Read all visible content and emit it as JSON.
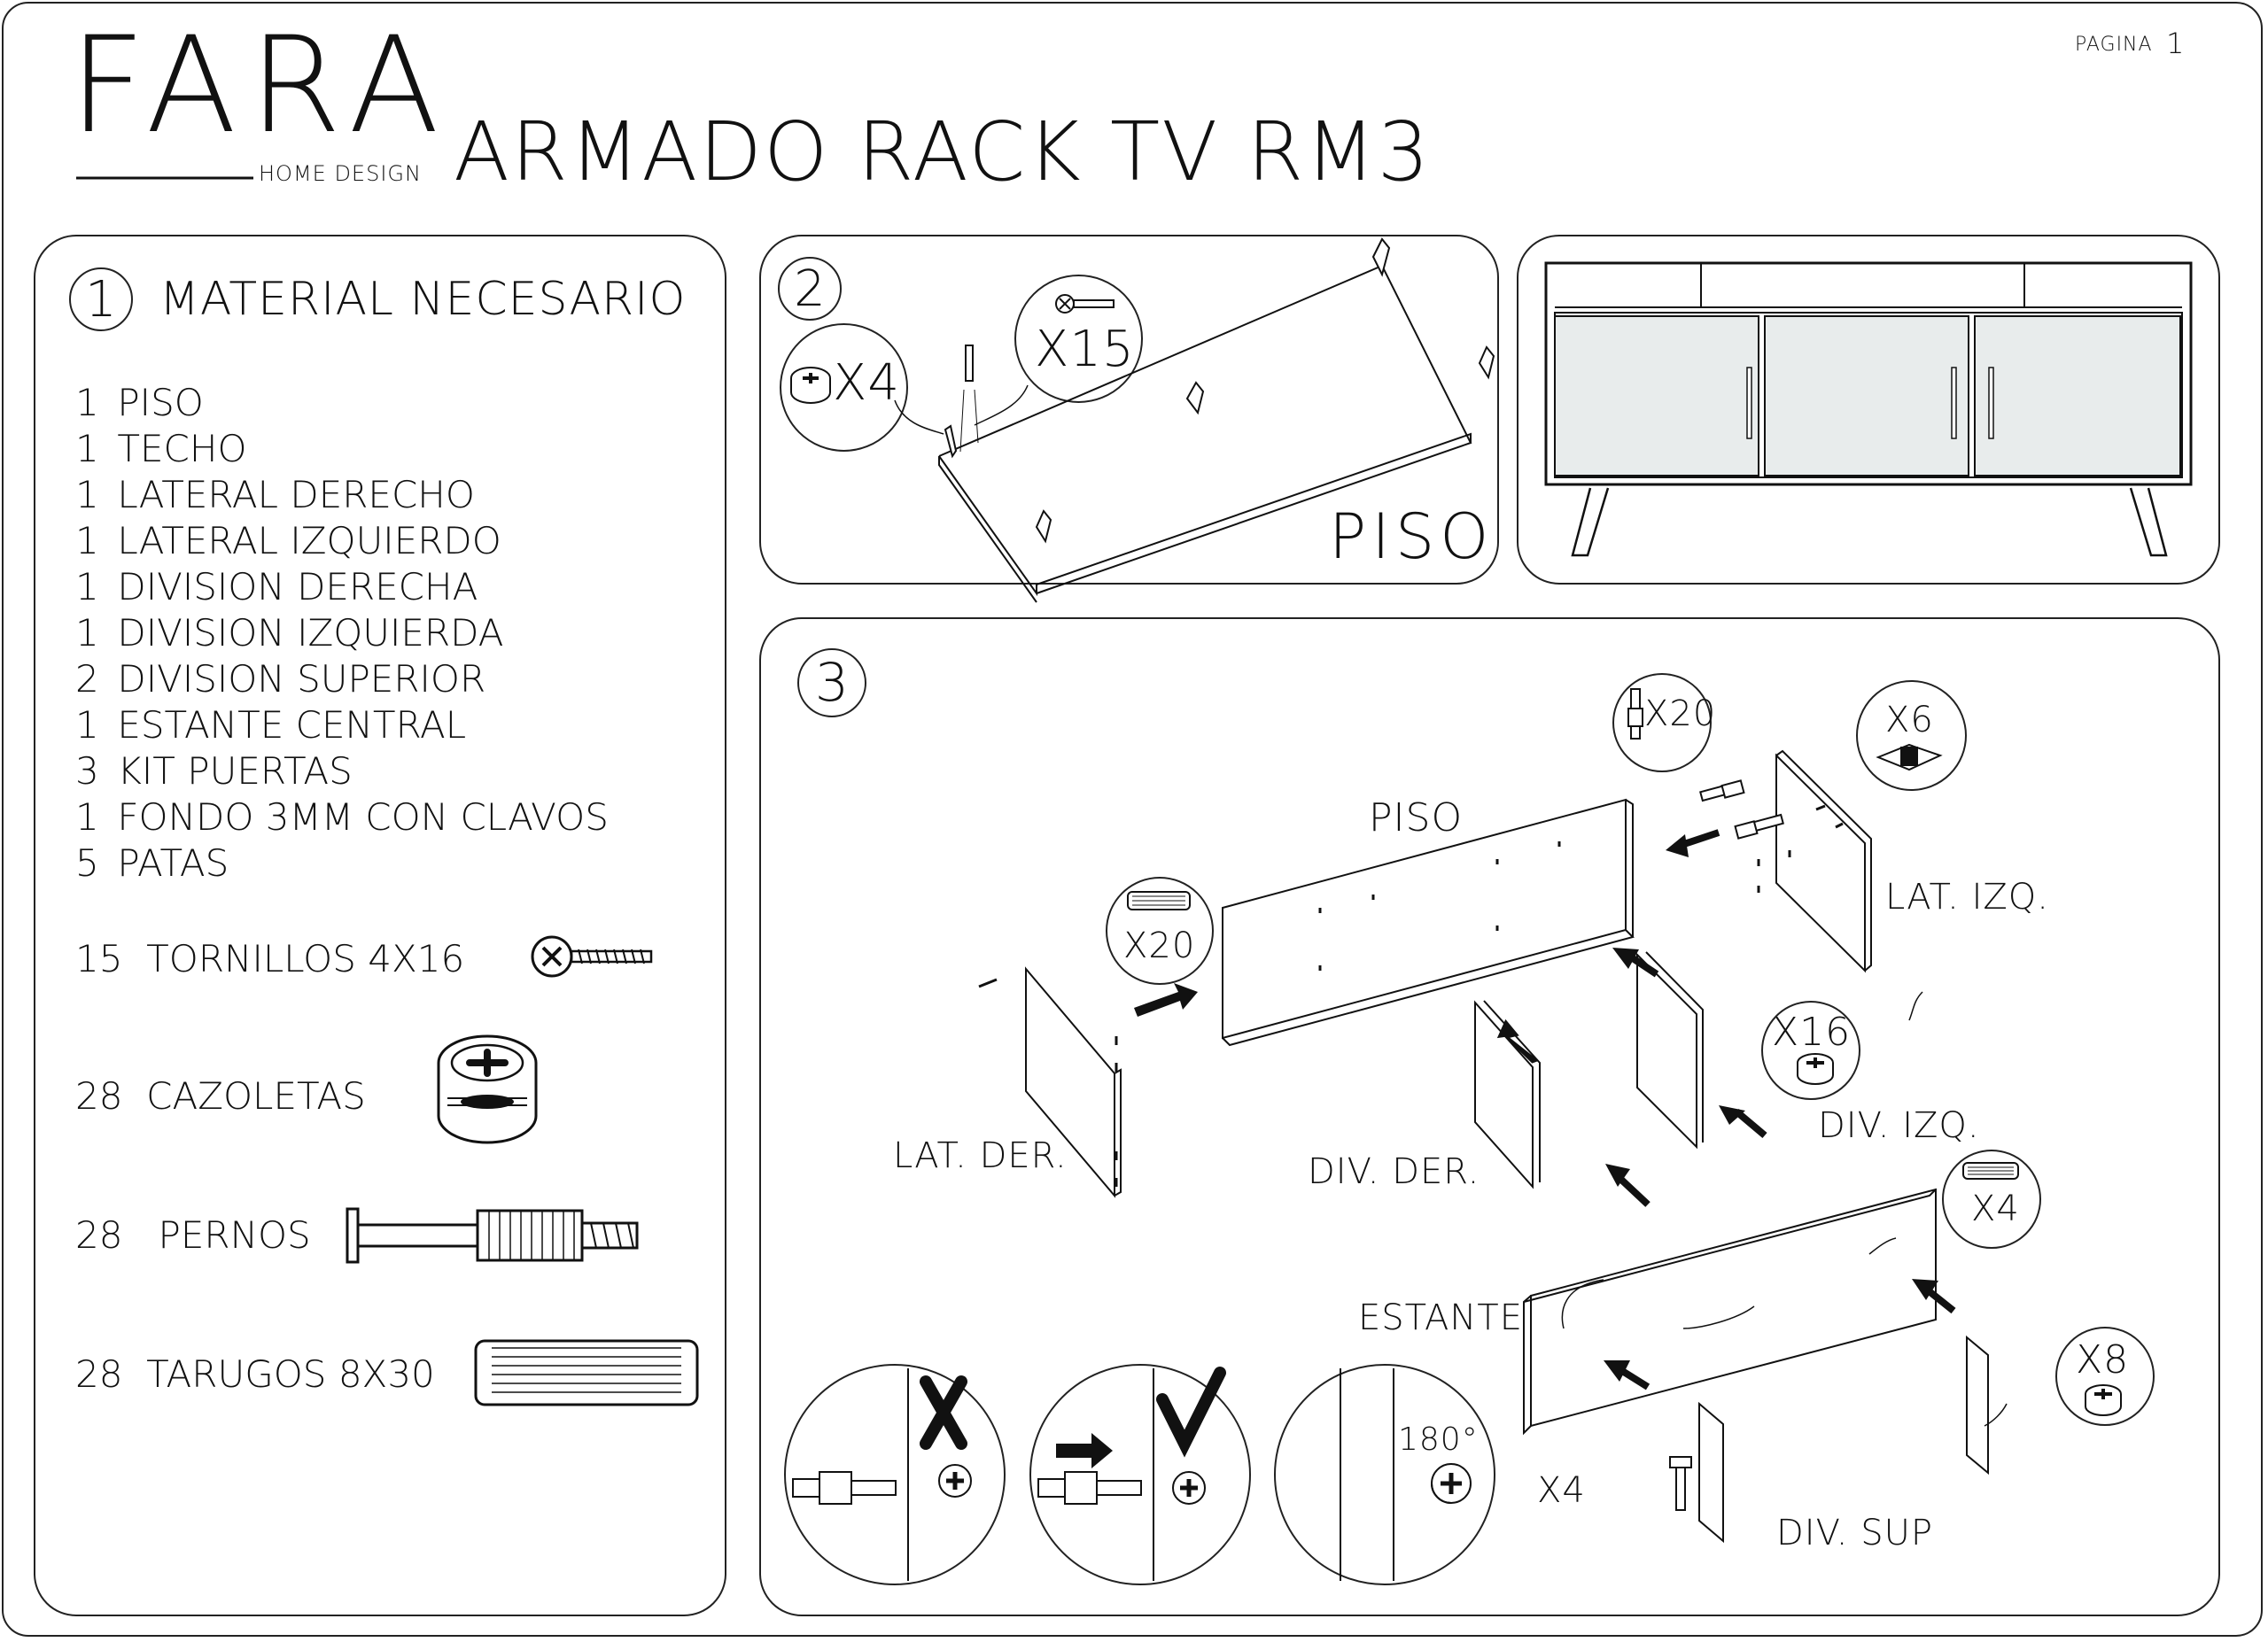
{
  "page_label": "PAGINA",
  "page_number": "1",
  "brand": {
    "name": "FARA",
    "tagline": "HOME DESIGN"
  },
  "title": "ARMADO RACK TV RM3",
  "step1": {
    "number": "1",
    "title": "MATERIAL NECESARIO",
    "parts": [
      {
        "qty": "1",
        "name": "PISO"
      },
      {
        "qty": "1",
        "name": "TECHO"
      },
      {
        "qty": "1",
        "name": "LATERAL DERECHO"
      },
      {
        "qty": "1",
        "name": "LATERAL IZQUIERDO"
      },
      {
        "qty": "1",
        "name": "DIVISION DERECHA"
      },
      {
        "qty": "1",
        "name": "DIVISION IZQUIERDA"
      },
      {
        "qty": "2",
        "name": "DIVISION SUPERIOR"
      },
      {
        "qty": "1",
        "name": "ESTANTE CENTRAL"
      },
      {
        "qty": "3",
        "name": "KIT PUERTAS"
      },
      {
        "qty": "1",
        "name": "FONDO 3MM CON CLAVOS"
      },
      {
        "qty": "5",
        "name": "PATAS"
      }
    ],
    "hardware": [
      {
        "qty": "15",
        "name": "TORNILLOS 4X16",
        "icon": "screw-icon"
      },
      {
        "qty": "28",
        "name": "CAZOLETAS",
        "icon": "cam-lock-icon"
      },
      {
        "qty": "28",
        "name": "PERNOS",
        "icon": "bolt-icon"
      },
      {
        "qty": "28",
        "name": "TARUGOS 8X30",
        "icon": "dowel-icon"
      }
    ]
  },
  "step2": {
    "number": "2",
    "cam_qty": "X4",
    "screw_qty": "X15",
    "label": "PISO"
  },
  "step3": {
    "number": "3",
    "labels": {
      "piso": "PISO",
      "lat_izq": "LAT. IZQ.",
      "lat_der": "LAT. DER.",
      "div_der": "DIV. DER.",
      "div_izq": "DIV. IZQ.",
      "estante": "ESTANTE",
      "div_sup": "DIV. SUP"
    },
    "callouts": {
      "bolts": "X20",
      "plates": "X6",
      "dowels": "X20",
      "cams": "X16",
      "dowels_small": "X4",
      "cams_small": "X8",
      "bolts_small": "X4"
    },
    "rotation": "180°"
  }
}
